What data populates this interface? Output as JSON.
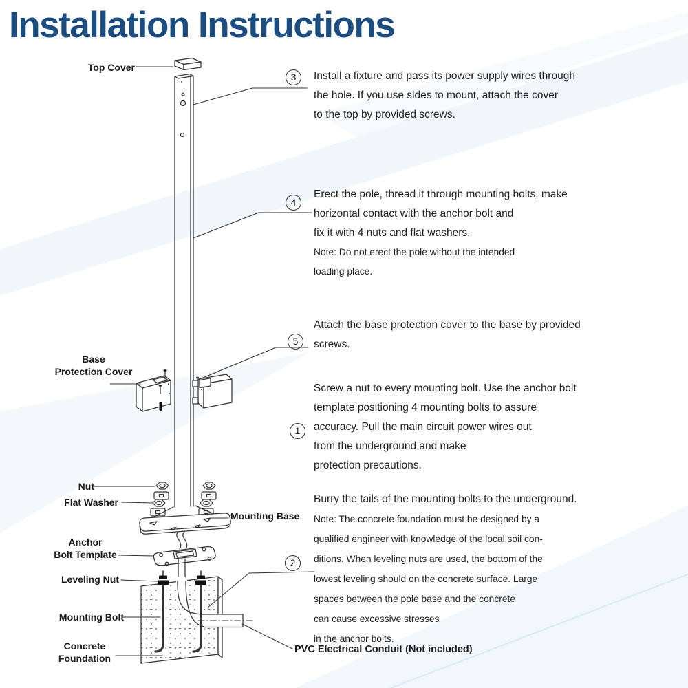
{
  "title": "Installation Instructions",
  "colors": {
    "title_blue": "#1b4d80",
    "line_dark": "#333333",
    "decor_blue": "#dfecf5"
  },
  "diagram": {
    "labels": {
      "top_cover": "Top Cover",
      "base_protection_cover": [
        "Base",
        "Protection Cover"
      ],
      "nut": "Nut",
      "flat_washer": "Flat Washer",
      "mounting_base": "Mounting Base",
      "anchor_bolt_template": [
        "Anchor",
        "Bolt Template"
      ],
      "leveling_nut": "Leveling Nut",
      "mounting_bolt": "Mounting Bolt",
      "concrete_foundation": [
        "Concrete",
        "Foundation"
      ],
      "pvc_conduit": "PVC Electrical Conduit (Not included)"
    }
  },
  "steps": [
    {
      "number": "3",
      "lines": [
        "Install a fixture and pass its power supply wires through",
        "the hole. If you use sides to mount, attach the cover",
        "to the top by provided screws."
      ],
      "note_lines": []
    },
    {
      "number": "4",
      "lines": [
        "Erect the pole, thread it through mounting bolts, make",
        "horizontal contact with the anchor bolt and",
        "fix it with 4 nuts and flat washers."
      ],
      "note_lines": [
        "Note: Do not erect the pole without the intended",
        "loading place."
      ]
    },
    {
      "number": "5",
      "lines": [
        "Attach the base protection cover to the base by provided",
        "screws."
      ],
      "note_lines": []
    },
    {
      "number": "1",
      "lines": [
        "Screw a nut to every mounting bolt. Use the anchor bolt",
        "template positioning 4 mounting bolts to assure",
        "accuracy. Pull the main circuit power wires out",
        "from the underground and make",
        "protection precautions."
      ],
      "note_lines": []
    },
    {
      "number": "2",
      "lines": [
        "Burry the tails of the mounting bolts to the underground."
      ],
      "note_lines": [
        "Note: The concrete foundation must be designed by a",
        "qualified engineer with knowledge of the local soil con-",
        "ditions. When leveling nuts are used, the bottom of the",
        "lowest leveling should on the concrete surface. Large",
        "spaces between the pole base and the concrete",
        "can cause excessive stresses",
        "in the anchor bolts."
      ]
    }
  ]
}
